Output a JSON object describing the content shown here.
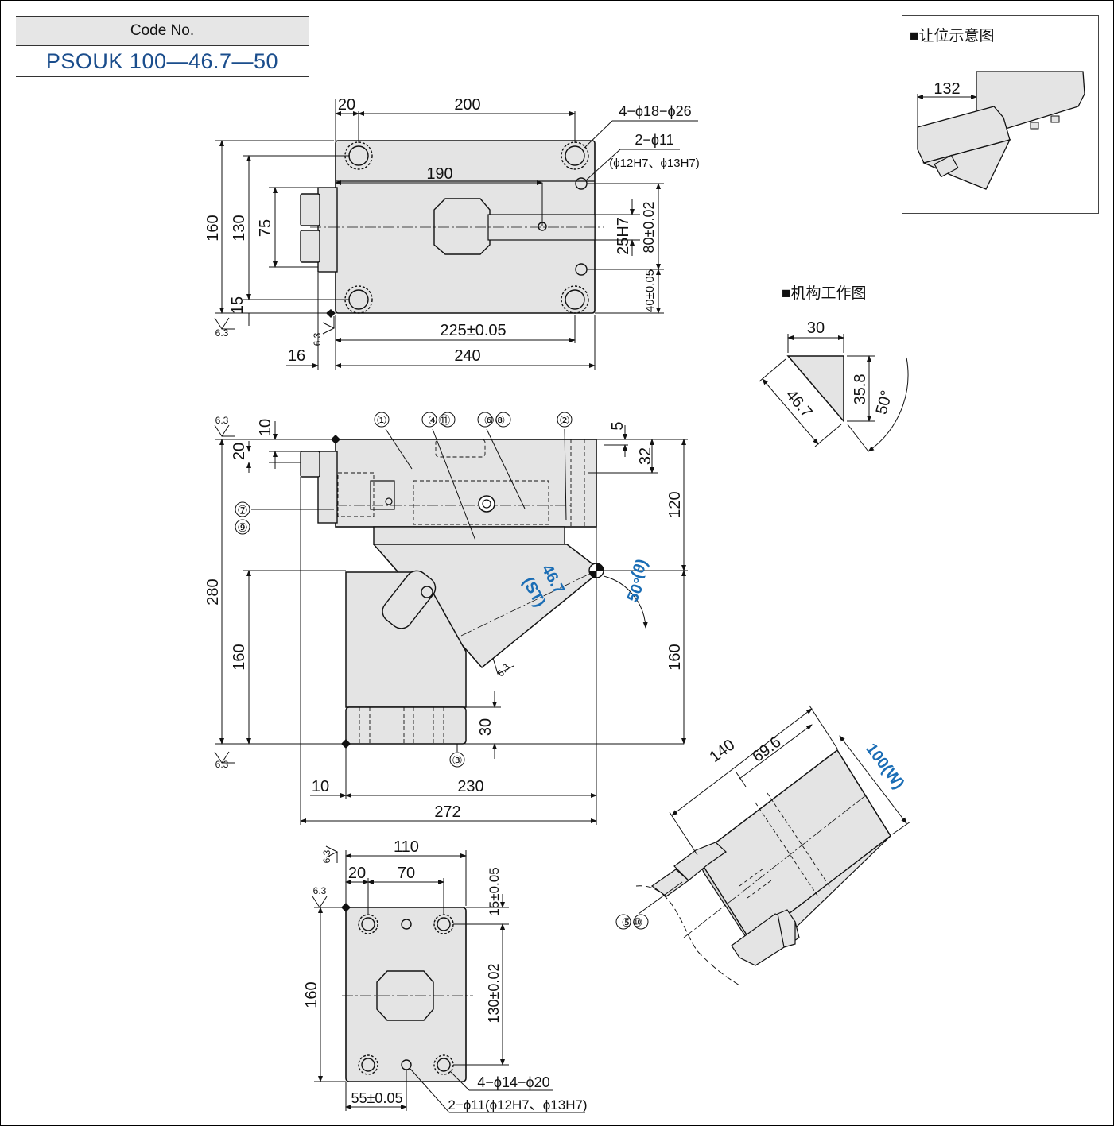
{
  "code": {
    "header": "Code No.",
    "value": "PSOUK 100—46.7—50"
  },
  "sections": {
    "clearance": "■让位示意图",
    "mechanism": "■机构工作图"
  },
  "top_view": {
    "dims": {
      "d20": "20",
      "d200": "200",
      "d190": "190",
      "d160": "160",
      "d130": "130",
      "d75": "75",
      "d15": "15",
      "d225": "225±0.05",
      "d240": "240",
      "d16": "16",
      "d25h7": "25H7",
      "d80": "80±0.02",
      "d40": "40±0.05"
    },
    "holes_main": "4−ϕ18−ϕ26",
    "holes_pin": "2−ϕ11",
    "holes_pin_fit": "(ϕ12H7、ϕ13H7)",
    "roughness": "6.3"
  },
  "front_view": {
    "dims": {
      "d10": "10",
      "d20": "20",
      "d280": "280",
      "d160": "160",
      "d5": "5",
      "d32": "32",
      "d120": "120",
      "d160r": "160",
      "d30": "30",
      "d10b": "10",
      "d230": "230",
      "d272": "272"
    },
    "parts": {
      "p1": "①",
      "p4_11": "④⑪",
      "p6_8": "⑥⑧",
      "p2": "②",
      "p7": "⑦",
      "p9": "⑨",
      "p3": "③"
    },
    "stroke": "46.7",
    "stroke_label": "(ST)",
    "angle": "50°",
    "angle_label": "(θ)",
    "roughness": "6.3"
  },
  "bottom_view": {
    "dims": {
      "d110": "110",
      "d20": "20",
      "d70": "70",
      "d15": "15±0.05",
      "d160": "160",
      "d130": "130±0.02",
      "d55": "55±0.05"
    },
    "holes_main": "4−ϕ14−ϕ20",
    "holes_pin": "2−ϕ11(ϕ12H7、ϕ13H7)",
    "roughness": "6.3"
  },
  "mechanism": {
    "d30": "30",
    "d467": "46.7",
    "d358": "35.8",
    "d50": "50°"
  },
  "clearance": {
    "d132": "132"
  },
  "iso_view": {
    "d140": "140",
    "d696": "69.6",
    "width": "100(W)",
    "parts": "⑤⑩"
  }
}
